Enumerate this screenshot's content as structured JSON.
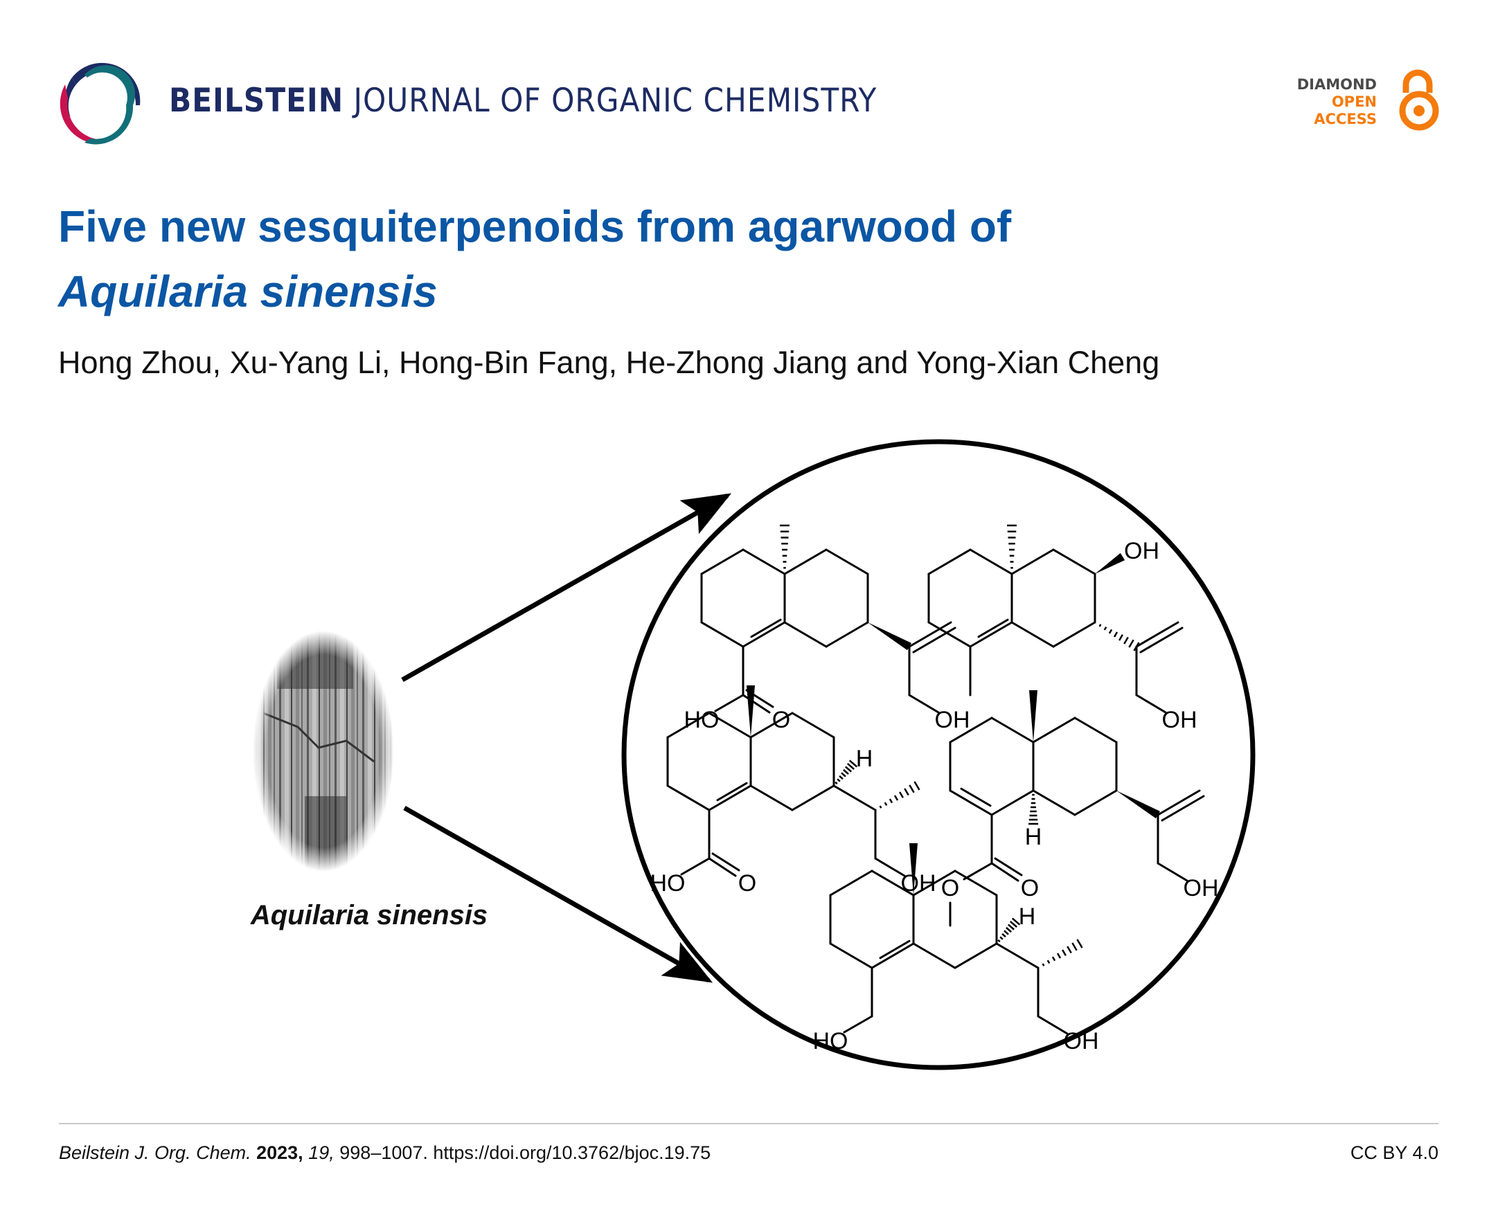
{
  "header": {
    "journal_bold": "BEILSTEIN",
    "journal_rest": "JOURNAL OF ORGANIC CHEMISTRY",
    "open_access": {
      "line1": "DIAMOND",
      "line2": "OPEN",
      "line3": "ACCESS"
    }
  },
  "colors": {
    "navy": "#1d2b63",
    "crimson": "#c8134f",
    "teal": "#126f78",
    "title_blue": "#0b56a4",
    "oa_orange": "#f47b0c",
    "oa_gray": "#4a4a4a"
  },
  "article": {
    "title_line1": "Five new sesquiterpenoids from agarwood of",
    "title_line2": "Aquilaria sinensis",
    "authors": "Hong Zhou, Xu-Yang Li, Hong-Bin Fang, He-Zhong Jiang and Yong-Xian Cheng"
  },
  "figure": {
    "caption": "Aquilaria sinensis",
    "structures": [
      {
        "labels": [
          "HO",
          "O",
          "OH"
        ]
      },
      {
        "labels": [
          "OH",
          "OH"
        ]
      },
      {
        "labels": [
          "HO",
          "O",
          "H",
          "OH"
        ]
      },
      {
        "labels": [
          "O",
          "O",
          "H",
          "OH"
        ]
      },
      {
        "labels": [
          "HO",
          "H",
          "OH"
        ]
      }
    ]
  },
  "footer": {
    "journal_abbrev": "Beilstein J. Org. Chem.",
    "year": "2023,",
    "volume": "19,",
    "pages_doi": "998–1007. https://doi.org/10.3762/bjoc.19.75",
    "license": "CC BY 4.0"
  }
}
